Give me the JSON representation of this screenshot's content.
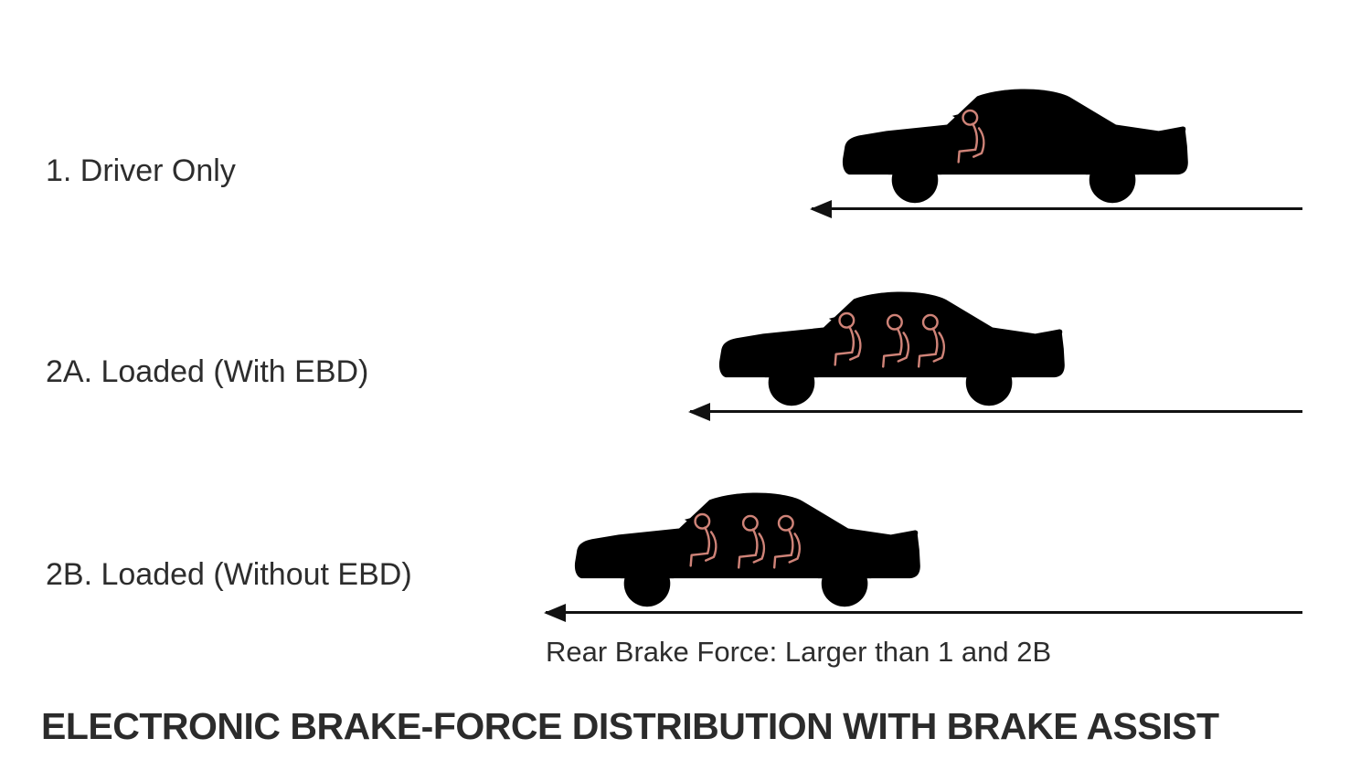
{
  "diagram": {
    "title": "ELECTRONIC BRAKE-FORCE DISTRIBUTION WITH BRAKE ASSIST",
    "caption": "Rear Brake Force: Larger than 1 and 2B",
    "rows": [
      {
        "label": "1. Driver Only",
        "occupants": "driver-only"
      },
      {
        "label": "2A. Loaded (With EBD)",
        "occupants": "loaded"
      },
      {
        "label": "2B. Loaded (Without EBD)",
        "occupants": "loaded"
      }
    ],
    "colors": {
      "car_body": "#dbe3ed",
      "car_outline": "#7d8fa0",
      "occupant_outline": "#cf8378",
      "arrow": "#111111",
      "text": "#2d2d2d"
    }
  }
}
